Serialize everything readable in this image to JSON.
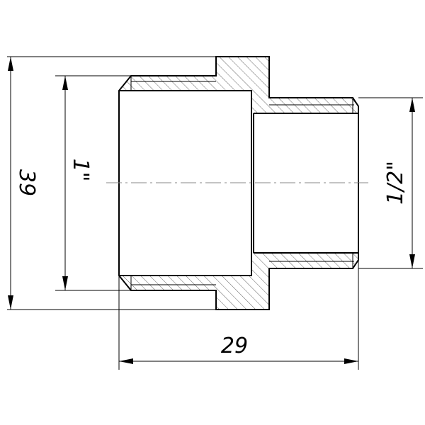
{
  "drawing": {
    "dimensions": {
      "overall_diameter": "39",
      "large_thread": "1\"",
      "small_thread": "1/2\"",
      "length": "29"
    }
  }
}
